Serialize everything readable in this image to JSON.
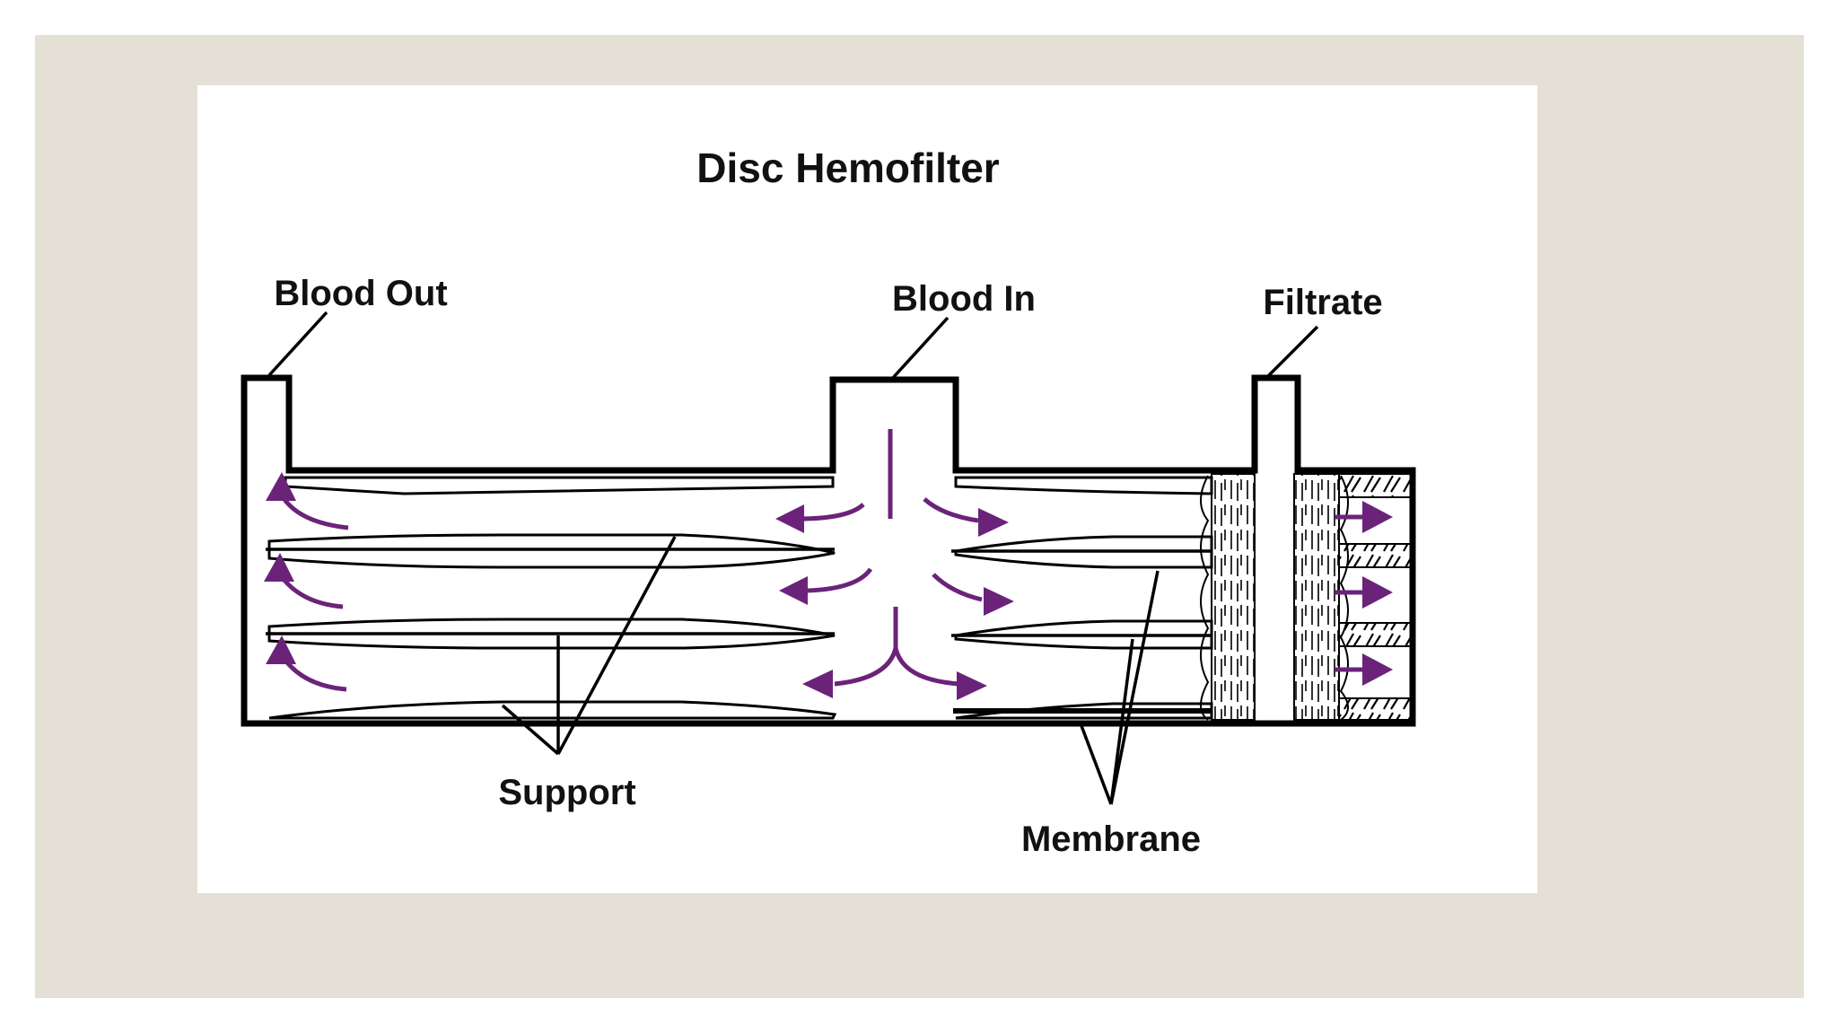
{
  "diagram": {
    "title": "Disc Hemofilter",
    "labels": {
      "blood_out": "Blood Out",
      "blood_in": "Blood In",
      "filtrate": "Filtrate",
      "support": "Support",
      "membrane": "Membrane"
    },
    "colors": {
      "flow_arrows": "#6b237a",
      "outer_background": "#e5e0d5",
      "panel_background": "#ffffff",
      "outline": "#000000"
    }
  }
}
